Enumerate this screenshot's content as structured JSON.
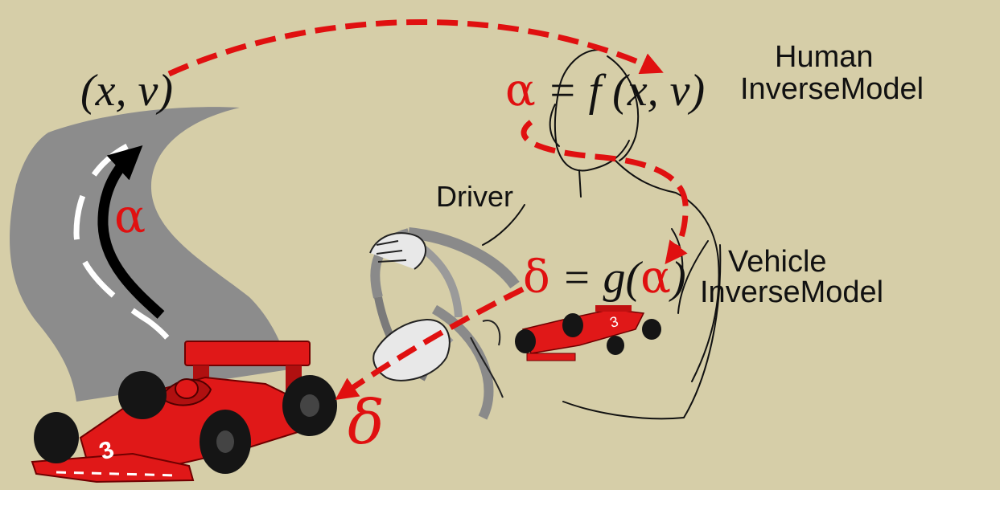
{
  "labels": {
    "human_line1": "Human",
    "human_line2": "InverseModel",
    "vehicle_line1": "Vehicle",
    "vehicle_line2": "InverseModel",
    "driver": "Driver"
  },
  "equations": {
    "state": "(x, v)",
    "human_lhs": "α",
    "human_rhs": " = f (x, v)",
    "vehicle_lhs": "δ",
    "vehicle_rhs_a": " = g(",
    "vehicle_rhs_alpha": "α",
    "vehicle_rhs_b": ")",
    "road_angle": "α",
    "steer_angle": "δ"
  },
  "colors": {
    "background": "#d6cea8",
    "road": "#8c8c8c",
    "arrow_red": "#e01010",
    "car_red": "#e01818"
  },
  "car_number": "3"
}
